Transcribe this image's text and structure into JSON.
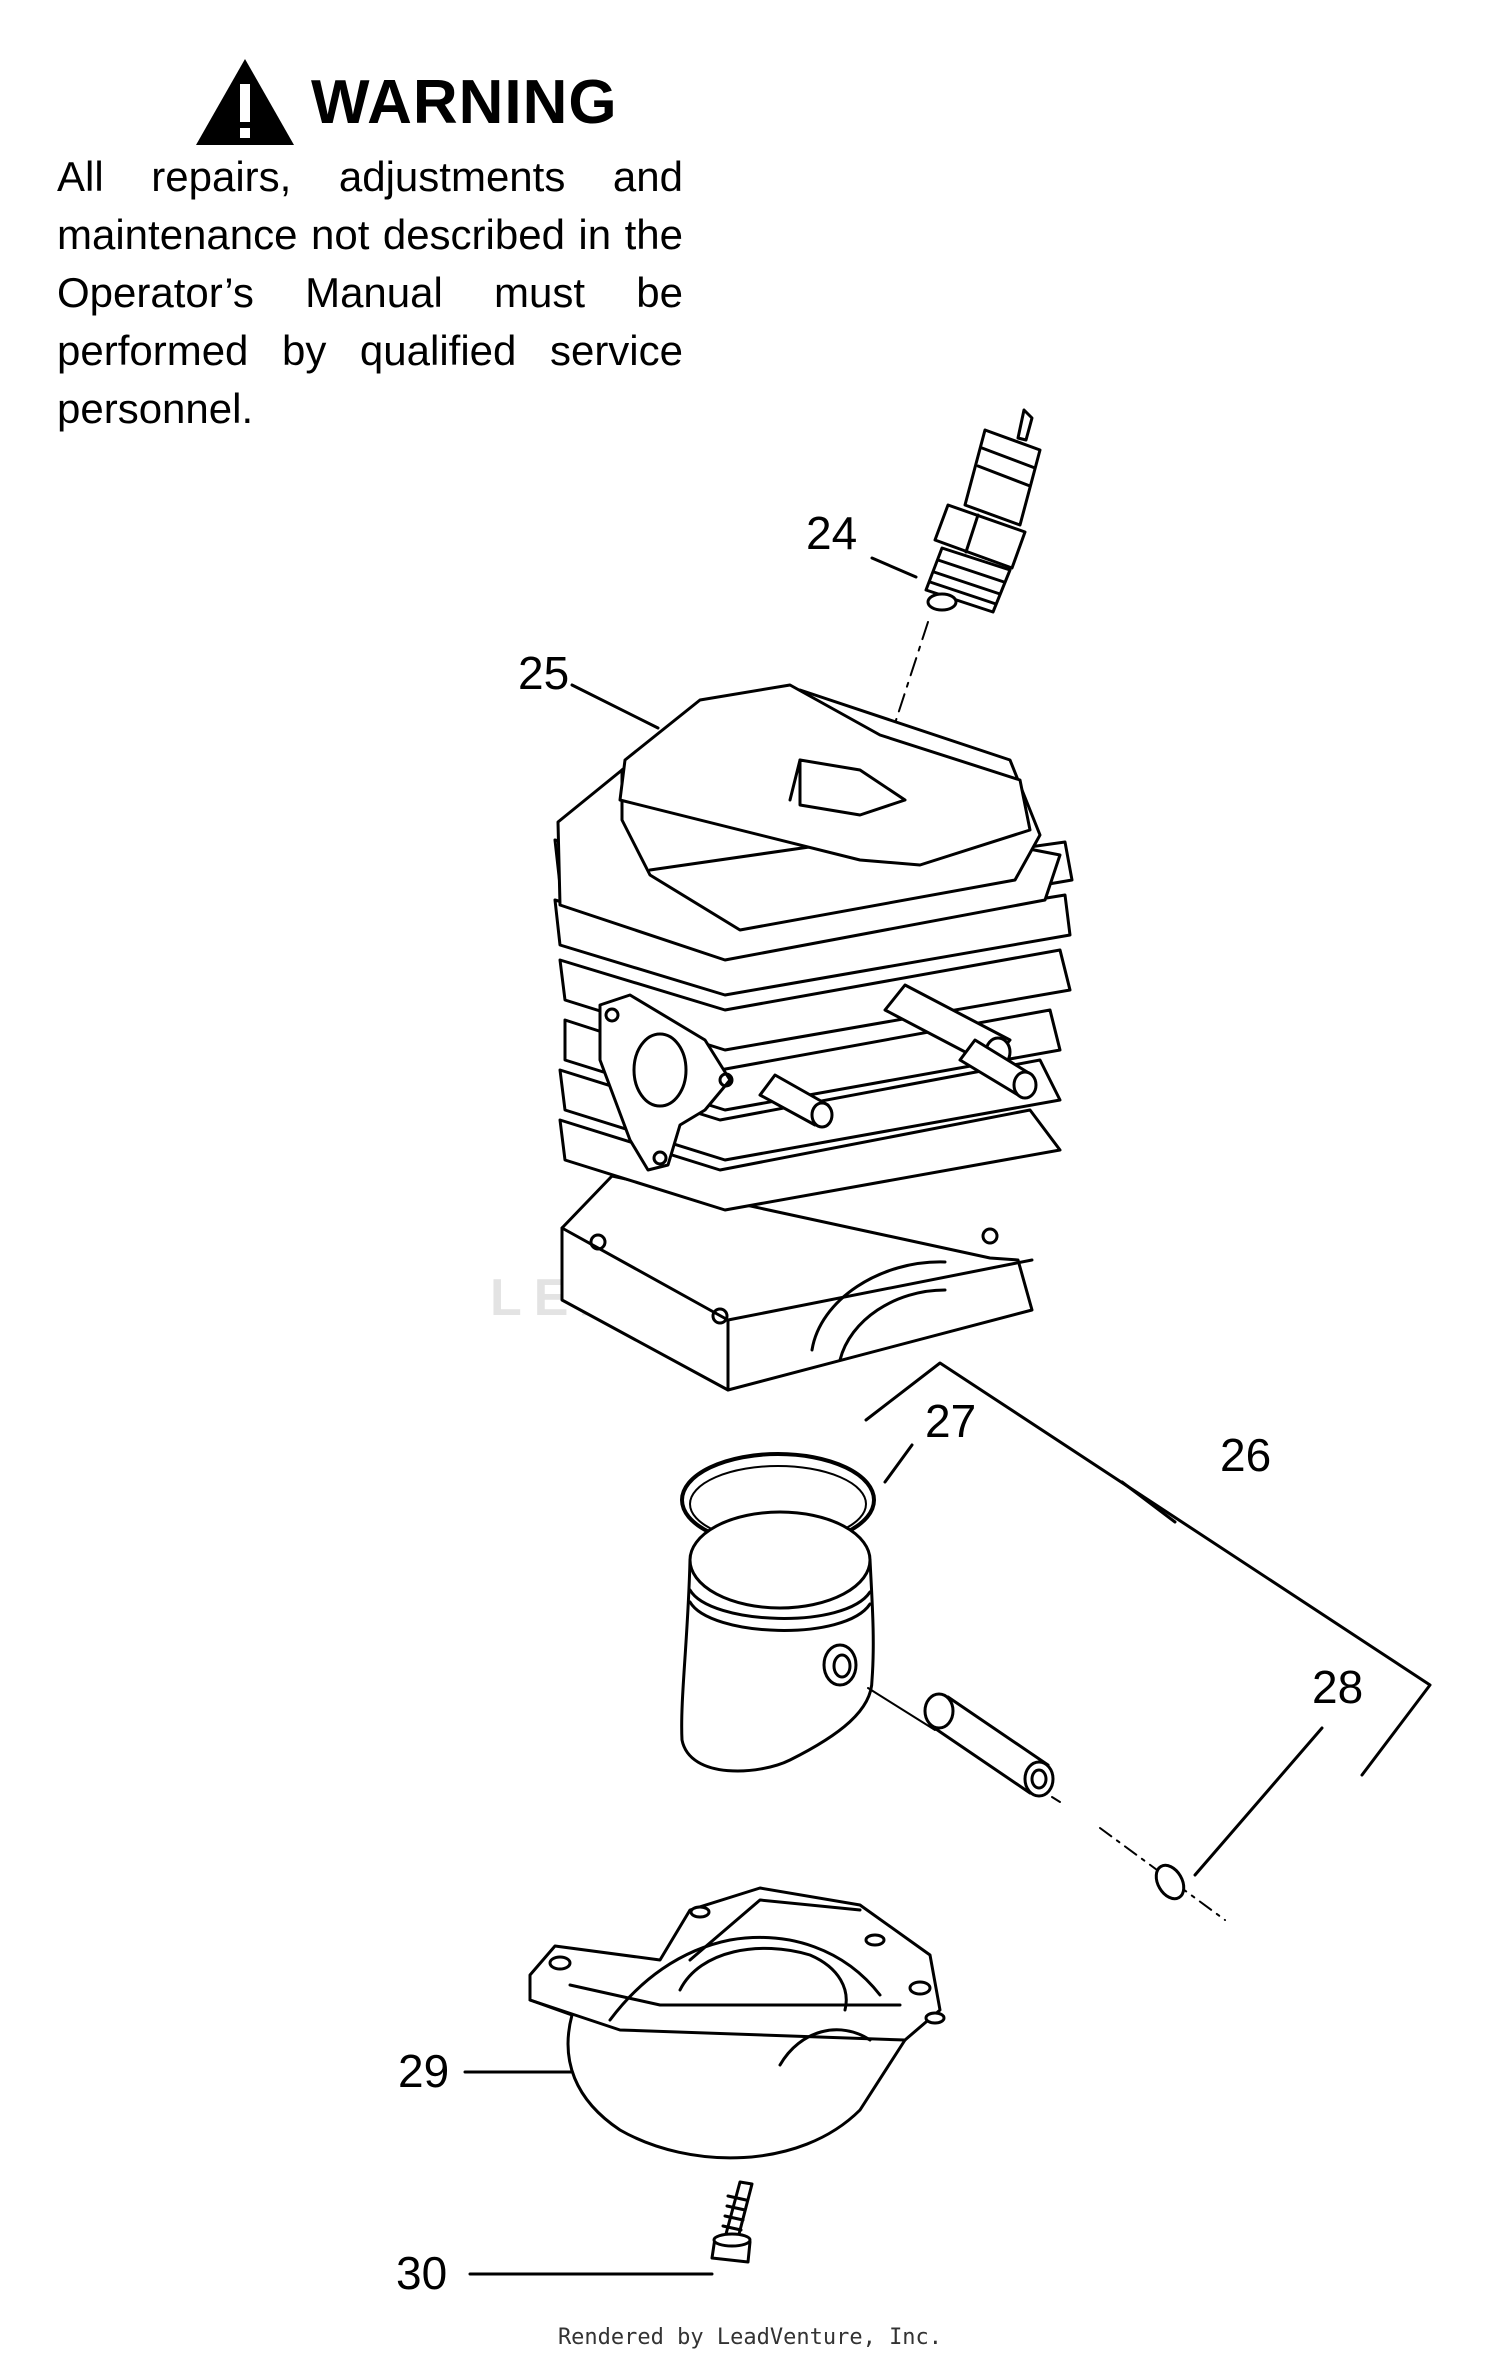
{
  "warning": {
    "title": "WARNING",
    "icon": "warning-triangle-icon",
    "body": "All repairs, adjustments and maintenance not described in the Operator’s Manual must be performed by qualified service personnel."
  },
  "callouts": {
    "c24": "24",
    "c25": "25",
    "c26": "26",
    "c27": "27",
    "c28": "28",
    "c29": "29",
    "c30": "30"
  },
  "parts": [
    {
      "callout": "24",
      "part": "spark-plug"
    },
    {
      "callout": "25",
      "part": "cylinder"
    },
    {
      "callout": "26",
      "part": "piston-assembly"
    },
    {
      "callout": "27",
      "part": "piston-ring"
    },
    {
      "callout": "28",
      "part": "retaining-ring"
    },
    {
      "callout": "29",
      "part": "crankcase-half"
    },
    {
      "callout": "30",
      "part": "screw"
    }
  ],
  "watermark": "LEADVENTURE",
  "footer": "Rendered by LeadVenture, Inc."
}
